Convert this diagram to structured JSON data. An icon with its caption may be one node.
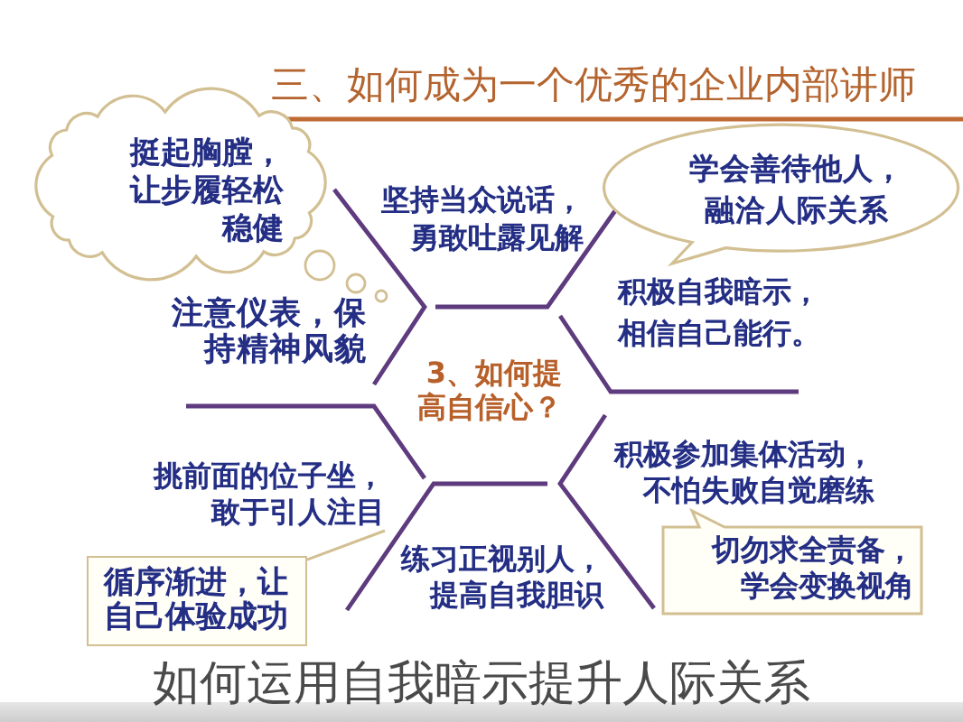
{
  "diagram": {
    "title": "三、如何成为一个优秀的企业内部讲师",
    "nodes": [
      {
        "text": [
          "挺起胸膛，让步履轻松稳健"
        ]
      },
      {
        "text": [
          "学会善待他人，融洽人际关系"
        ]
      },
      {
        "text": [
          "挑前面的位子坐，敢于引人注目"
        ]
      },
      {
        "text": [
          "循序渐进，让自己体验成功"
        ]
      },
      {
        "text": [
          "切勿求全责备，学会变换视角"
        ]
      }
    ],
    "edges": [
      {
        "from": 3,
        "to": 2,
        "arrow": "none"
      }
    ],
    "labels": [
      "坚持当众说话，勇敢吐露见解",
      "注意仪表，保持精神风貌",
      "积极自我暗示，相信自己能行。",
      "3、如何提高自信心？",
      "积极参加集体活动，不怕失败自觉磨练",
      "练习正视别人，提高自我胆识"
    ],
    "caption": "如何运用自我暗示提升人际关系"
  }
}
